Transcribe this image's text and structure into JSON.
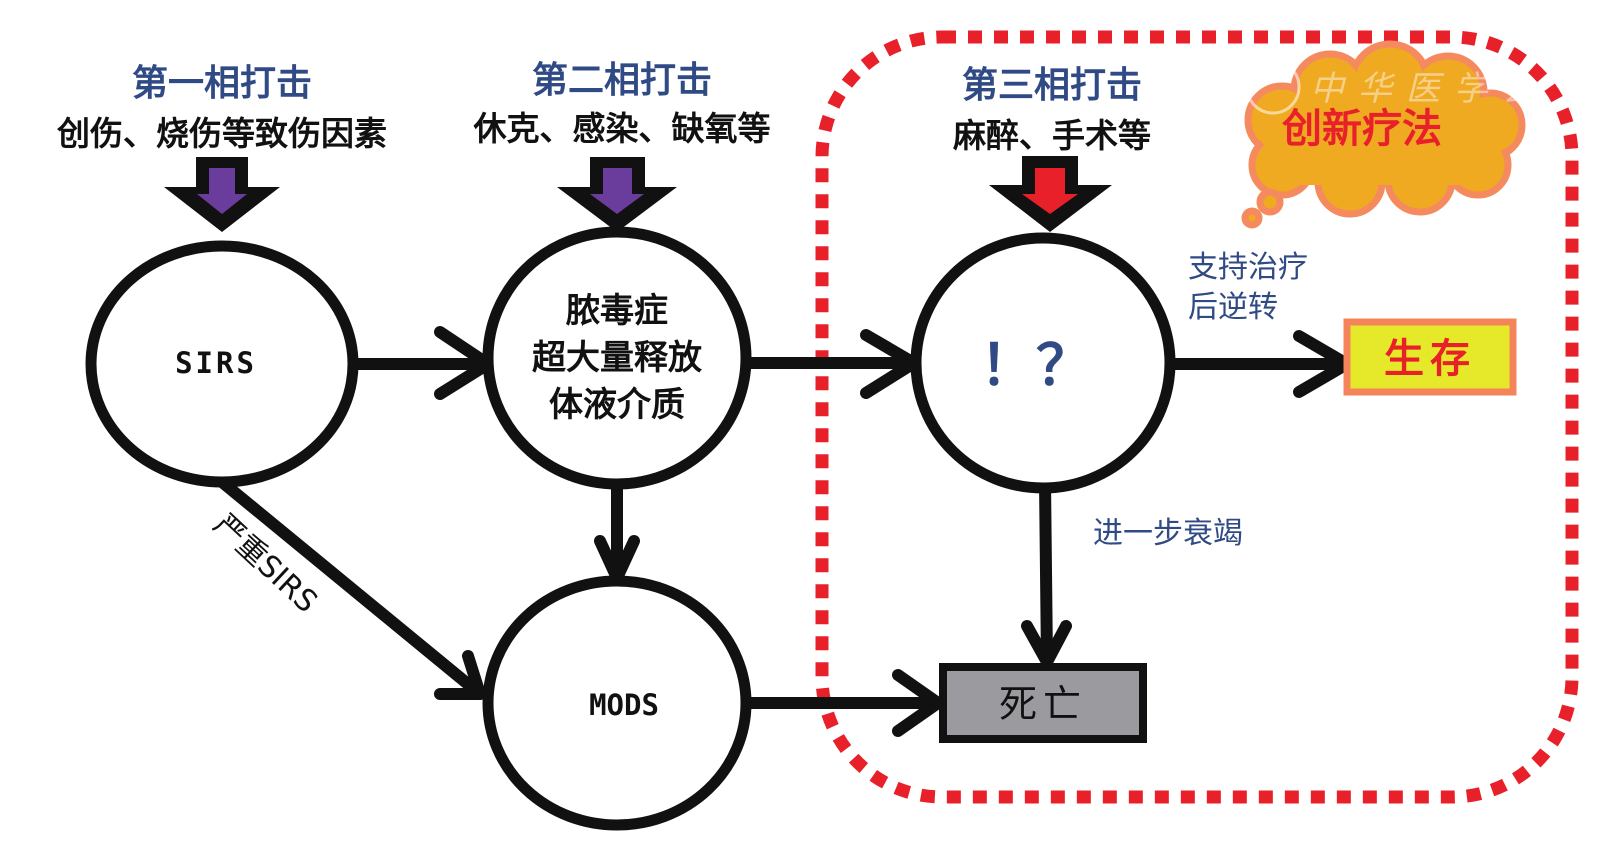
{
  "diagram": {
    "hits": [
      {
        "title": "第一相打击",
        "subtitle": "创伤、烧伤等致伤因素",
        "arrow_color": "#6a3c9c"
      },
      {
        "title": "第二相打击",
        "subtitle": "休克、感染、缺氧等",
        "arrow_color": "#6a3c9c"
      },
      {
        "title": "第三相打击",
        "subtitle": "麻醉、手术等",
        "arrow_color": "#e8202a"
      }
    ],
    "nodes": {
      "sirs": {
        "label": "SIRS"
      },
      "sepsis": {
        "lines": [
          "脓毒症",
          "超大量释放",
          "体液介质"
        ]
      },
      "unknown": {
        "label": "！？"
      },
      "mods": {
        "label": "MODS"
      },
      "death": {
        "label": "死亡"
      },
      "survival": {
        "label": "生存"
      }
    },
    "edge_labels": {
      "severe_sirs": "严重SIRS",
      "support_reverse": [
        "支持治疗",
        "后逆转"
      ],
      "further_failure": "进一步衰竭"
    },
    "cloud": {
      "label": "创新疗法"
    },
    "watermark": {
      "text": "中华医学会"
    },
    "colors": {
      "title_blue": "#2f4a84",
      "dash_red": "#e8202a",
      "cloud_fill": "#f0aa22",
      "cloud_outline": "#f58a5e",
      "survival_fill": "#e6e82a",
      "survival_border": "#f5845a",
      "death_fill": "#9b9b9f",
      "stroke": "#111111"
    }
  }
}
